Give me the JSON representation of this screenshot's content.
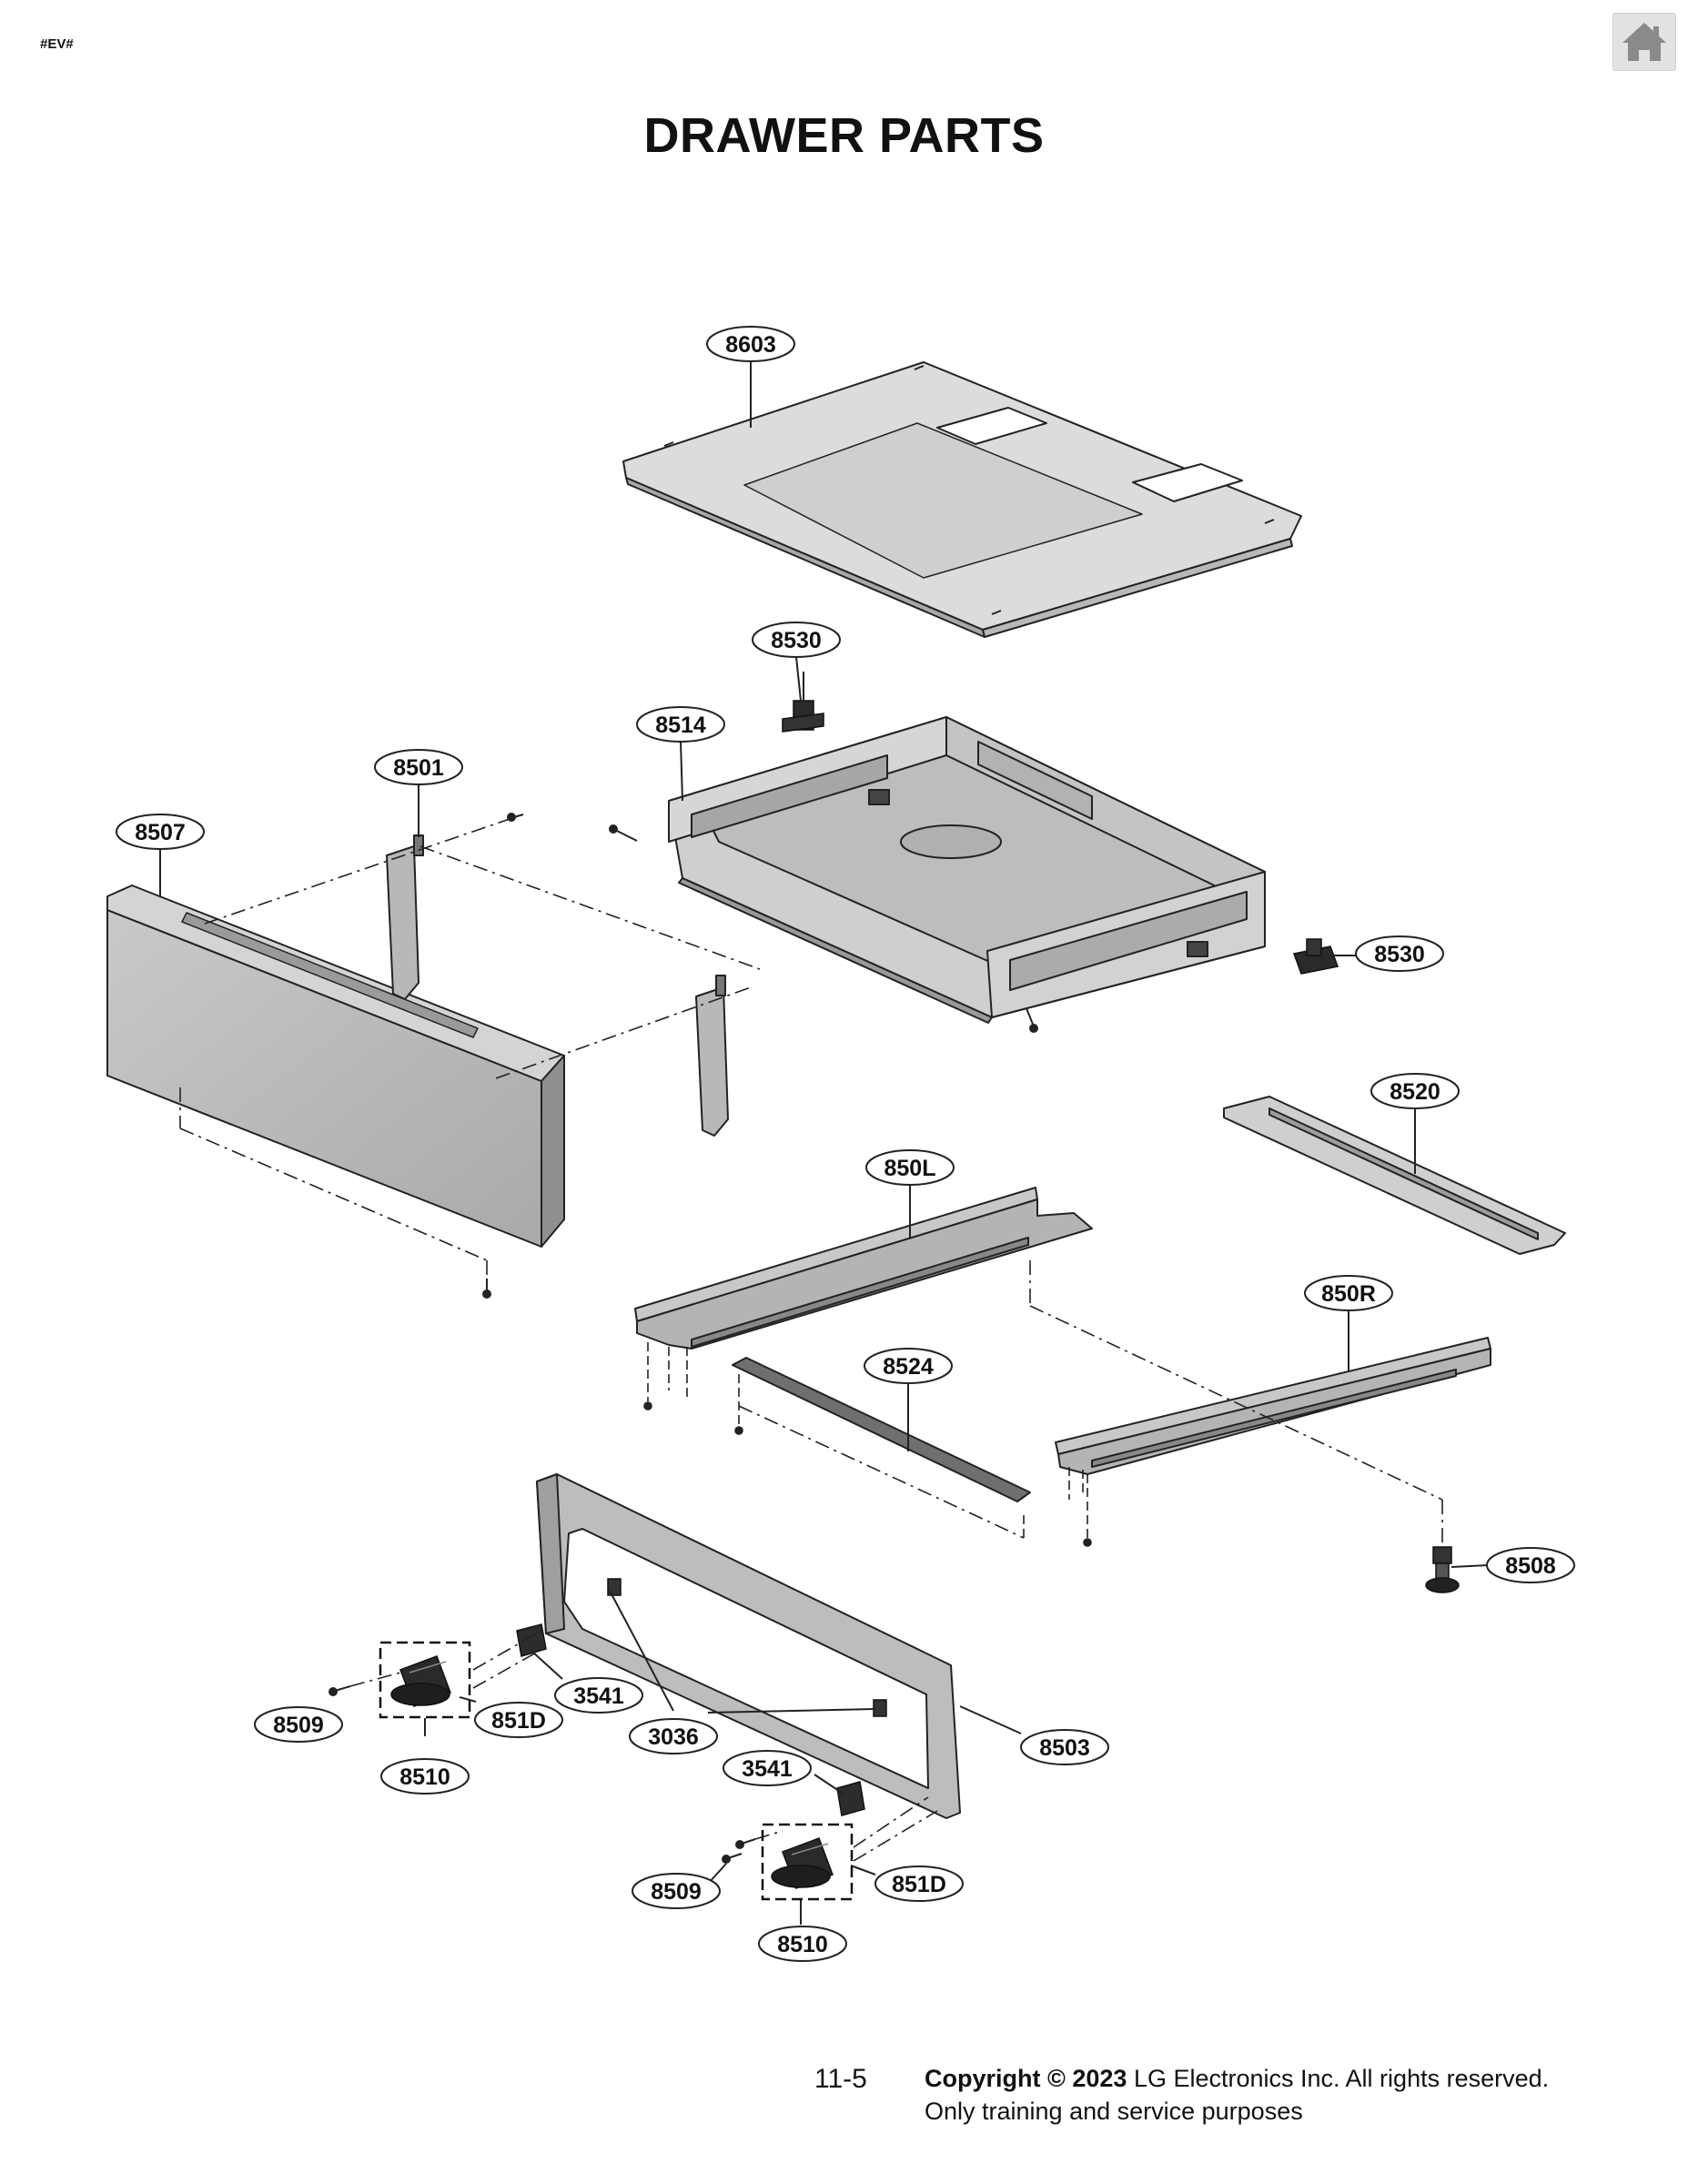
{
  "header": {
    "tag": "#EV#",
    "home_icon": "home-icon"
  },
  "title": "DRAWER PARTS",
  "callouts": [
    {
      "id": "c-8603",
      "label": "8603"
    },
    {
      "id": "c-8530a",
      "label": "8530"
    },
    {
      "id": "c-8514",
      "label": "8514"
    },
    {
      "id": "c-8501",
      "label": "8501"
    },
    {
      "id": "c-8507",
      "label": "8507"
    },
    {
      "id": "c-8530b",
      "label": "8530"
    },
    {
      "id": "c-8520",
      "label": "8520"
    },
    {
      "id": "c-850L",
      "label": "850L"
    },
    {
      "id": "c-850R",
      "label": "850R"
    },
    {
      "id": "c-8524",
      "label": "8524"
    },
    {
      "id": "c-8508",
      "label": "8508"
    },
    {
      "id": "c-3541a",
      "label": "3541"
    },
    {
      "id": "c-851Da",
      "label": "851D"
    },
    {
      "id": "c-8509a",
      "label": "8509"
    },
    {
      "id": "c-8510a",
      "label": "8510"
    },
    {
      "id": "c-3036",
      "label": "3036"
    },
    {
      "id": "c-8503",
      "label": "8503"
    },
    {
      "id": "c-3541b",
      "label": "3541"
    },
    {
      "id": "c-8509b",
      "label": "8509"
    },
    {
      "id": "c-851Db",
      "label": "851D"
    },
    {
      "id": "c-8510b",
      "label": "8510"
    }
  ],
  "footer": {
    "page_number": "11-5",
    "copyright_bold": "Copyright © 2023",
    "copyright_rest": " LG Electronics Inc. All rights reserved.",
    "purpose": "Only training and service purposes"
  }
}
